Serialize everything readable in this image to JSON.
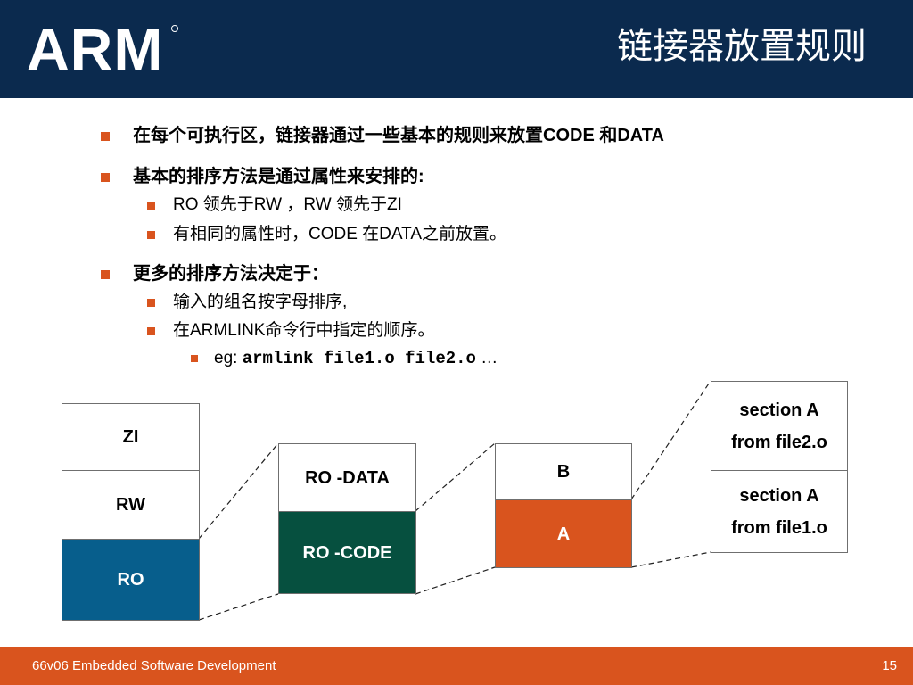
{
  "header": {
    "logo_text": "ARM",
    "title": "链接器放置规则"
  },
  "bullets": {
    "b1_text": "在每个可执行区，链接器通过一些基本的规则来放置CODE 和DATA",
    "b2_text": "基本的排序方法是通过属性来安排的:",
    "b2_sub1": "RO 领先于RW ，RW 领先于ZI",
    "b2_sub2": "有相同的属性时，CODE 在DATA之前放置。",
    "b3_text": "更多的排序方法决定于：",
    "b3_sub1": "输入的组名按字母排序,",
    "b3_sub2": "在ARMLINK命令行中指定的顺序。",
    "b3_sub2_sub1_prefix": "eg: ",
    "b3_sub2_sub1_code": "armlink file1.o file2.o",
    "b3_sub2_sub1_suffix": " …"
  },
  "diagram": {
    "col1": {
      "zi": "ZI",
      "rw": "RW",
      "ro": "RO"
    },
    "col2": {
      "ro_data": "RO -DATA",
      "ro_code": "RO -CODE"
    },
    "col3": {
      "b": "B",
      "a": "A"
    },
    "col4": {
      "top_line1": "section A",
      "top_line2": "from file2.o",
      "bottom_line1": "section A",
      "bottom_line2": "from file1.o"
    },
    "colors": {
      "ro": "#075e8c",
      "ro_code": "#06503f",
      "a": "#d9541e"
    }
  },
  "footer": {
    "course": "66v06 Embedded Software Development",
    "page_number": "15"
  }
}
